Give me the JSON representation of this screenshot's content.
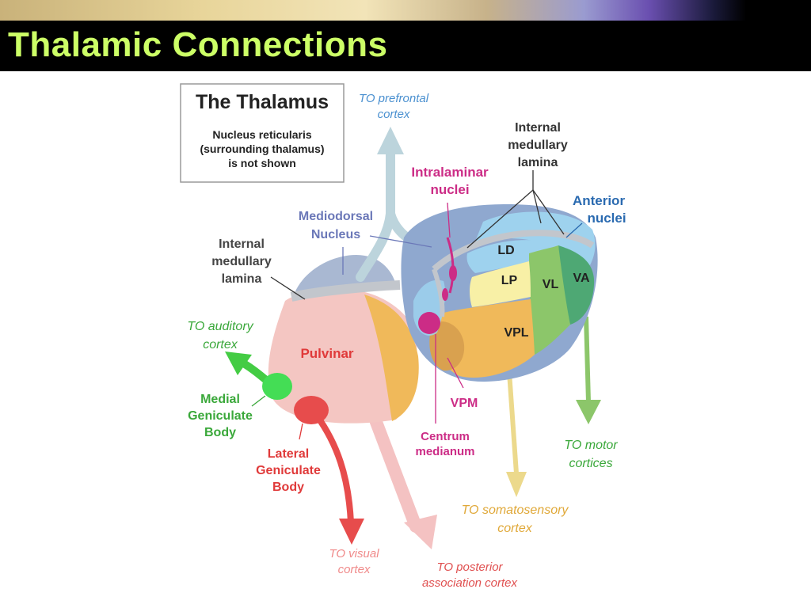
{
  "slide": {
    "title": "Thalamic Connections"
  },
  "note_box": {
    "heading": "The Thalamus",
    "lines": [
      "Nucleus reticularis",
      "(surrounding thalamus)",
      "is not shown"
    ]
  },
  "labels": {
    "prefrontal": [
      "TO prefrontal",
      "cortex"
    ],
    "intralaminar": [
      "Intralaminar",
      "nuclei"
    ],
    "internal_lamina_right": [
      "Internal",
      "medullary",
      "lamina"
    ],
    "anterior": [
      "Anterior",
      "nuclei"
    ],
    "mediodorsal": [
      "Mediodorsal",
      "Nucleus"
    ],
    "internal_lamina_left": [
      "Internal",
      "medullary",
      "lamina"
    ],
    "auditory": [
      "TO auditory",
      "cortex"
    ],
    "medial_geniculate": [
      "Medial",
      "Geniculate",
      "Body"
    ],
    "lateral_geniculate": [
      "Lateral",
      "Geniculate",
      "Body"
    ],
    "pulvinar": "Pulvinar",
    "ld": "LD",
    "lp": "LP",
    "vl": "VL",
    "va": "VA",
    "vpl": "VPL",
    "vpm": "VPM",
    "centrum_medianum": [
      "Centrum",
      "medianum"
    ],
    "motor": [
      "TO motor",
      "cortices"
    ],
    "somatosensory": [
      "TO somatosensory",
      "cortex"
    ],
    "visual": [
      "TO visual",
      "cortex"
    ],
    "posterior": [
      "TO posterior",
      "association cortex"
    ]
  },
  "colors": {
    "title": "#ccff66",
    "prefrontal_arrow": "#bcd4dc",
    "mediodorsal": "#8fa8cf",
    "pulvinar": "#f4c6c2",
    "orange": "#f0b95a",
    "green": "#8cc66a",
    "dark_green": "#4ea874",
    "light_blue": "#9ed2ee",
    "lp_yellow": "#f8f0a6",
    "magenta": "#cc2c86",
    "red": "#e74c4c",
    "bright_green": "#44cc44",
    "label_blue": "#2a6ab0",
    "label_mediodorsal": "#6b78b8",
    "label_green": "#3aa83a",
    "label_red": "#e03a3a",
    "label_orange": "#e0a838"
  }
}
